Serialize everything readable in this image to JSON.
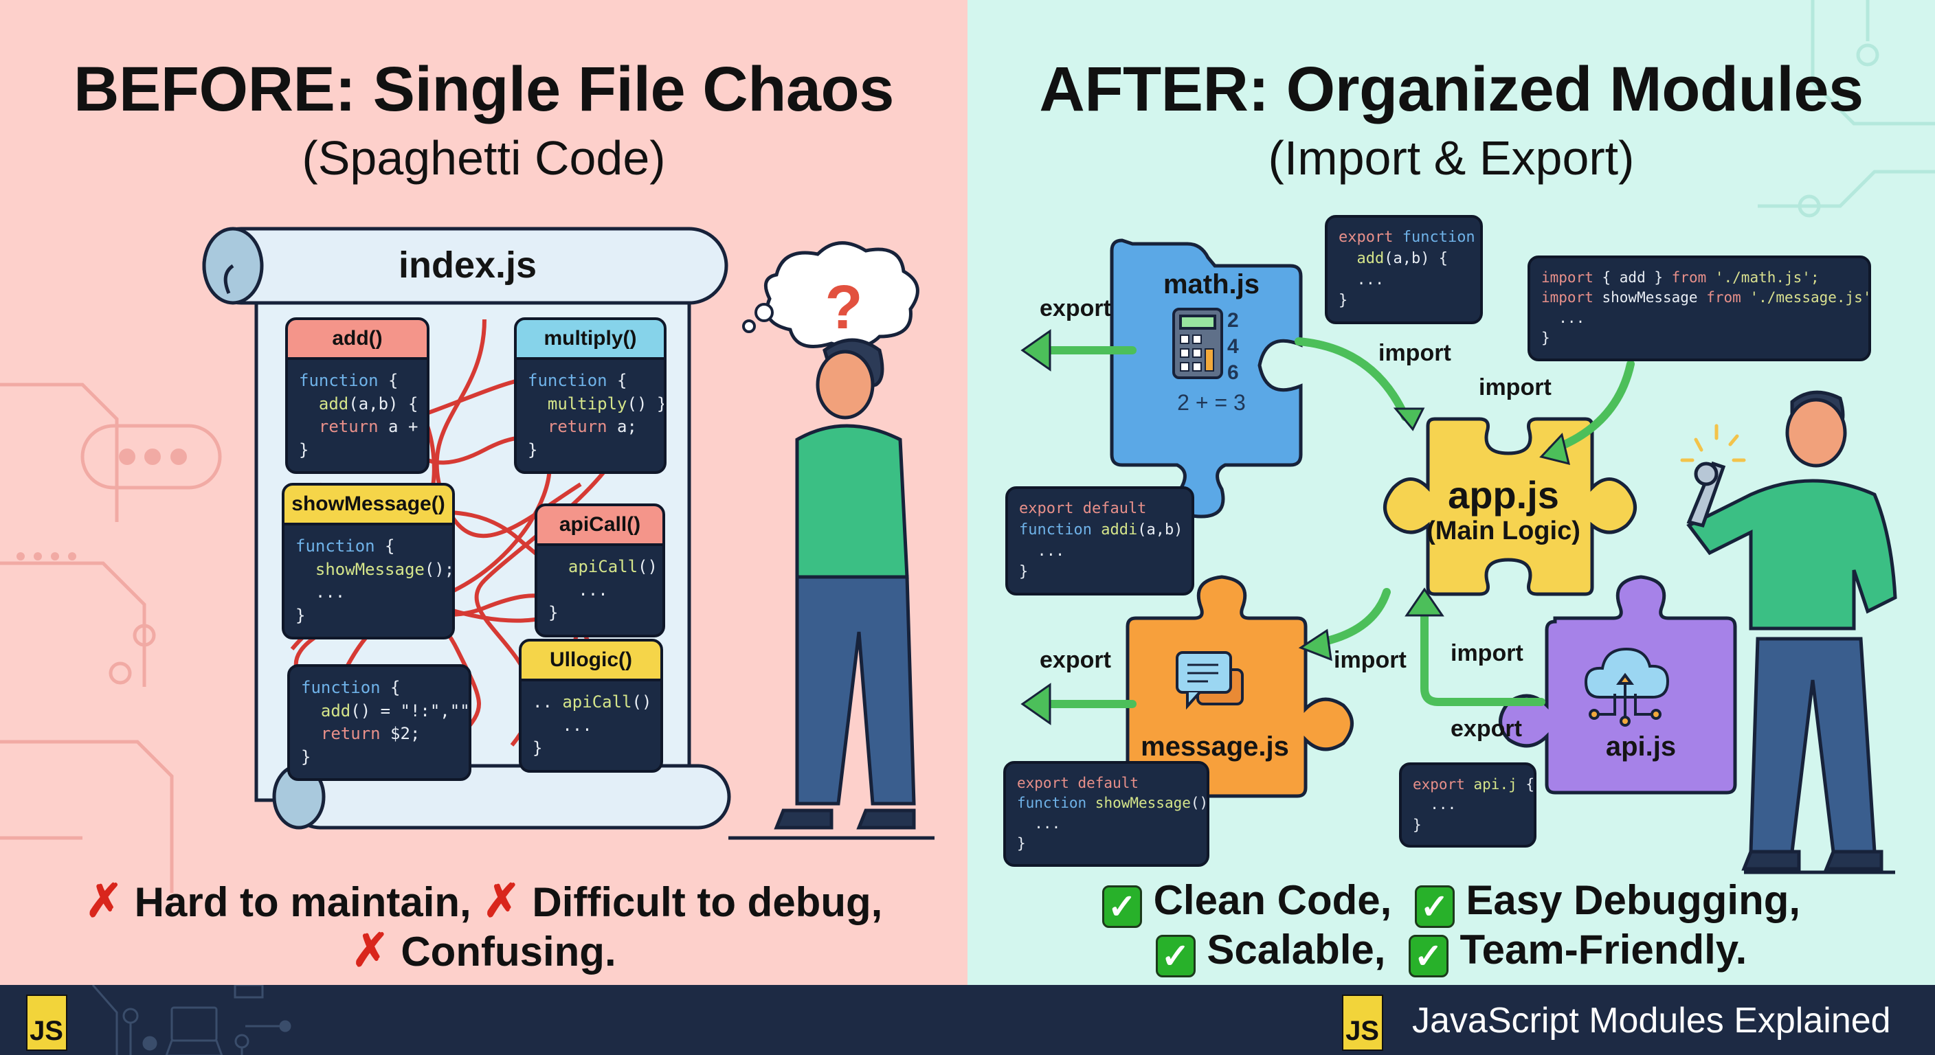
{
  "left": {
    "title": "BEFORE: Single File Chaos",
    "subtitle": "(Spaghetti Code)",
    "file_name": "index.js",
    "blocks": [
      {
        "header": "add()",
        "header_color": "#f4958a",
        "lines": [
          [
            {
              "t": "function",
              "c": "kw"
            },
            {
              "t": " {",
              "c": ""
            }
          ],
          [
            {
              "t": "  add",
              "c": "fn"
            },
            {
              "t": "(a,b) {",
              "c": ""
            }
          ],
          [
            {
              "t": "  return",
              "c": "rt"
            },
            {
              "t": " a + b",
              "c": ""
            }
          ],
          [
            {
              "t": "}",
              "c": ""
            }
          ]
        ]
      },
      {
        "header": "multiply()",
        "header_color": "#86d3ea",
        "lines": [
          [
            {
              "t": "function",
              "c": "kw"
            },
            {
              "t": " {",
              "c": ""
            }
          ],
          [
            {
              "t": "  multiply",
              "c": "fn"
            },
            {
              "t": "() };",
              "c": ""
            }
          ],
          [
            {
              "t": "  return",
              "c": "rt"
            },
            {
              "t": " a;",
              "c": ""
            }
          ],
          [
            {
              "t": "}",
              "c": ""
            }
          ]
        ]
      },
      {
        "header": "showMessage()",
        "header_color": "#f5d549",
        "lines": [
          [
            {
              "t": "function",
              "c": "kw"
            },
            {
              "t": " {",
              "c": ""
            }
          ],
          [
            {
              "t": "  showMessage",
              "c": "fn"
            },
            {
              "t": "();",
              "c": ""
            }
          ],
          [
            {
              "t": "  ...",
              "c": ""
            }
          ],
          [
            {
              "t": "}",
              "c": ""
            }
          ]
        ]
      },
      {
        "header": "apiCall()",
        "header_color": "#f4958a",
        "lines": [
          [
            {
              "t": "  apiCall",
              "c": "fn"
            },
            {
              "t": "() {",
              "c": ""
            }
          ],
          [
            {
              "t": "   ...",
              "c": ""
            }
          ],
          [
            {
              "t": "}",
              "c": ""
            }
          ]
        ]
      },
      {
        "header": "",
        "header_color": "",
        "lines": [
          [
            {
              "t": "function",
              "c": "kw"
            },
            {
              "t": " {",
              "c": ""
            }
          ],
          [
            {
              "t": "  add",
              "c": "fn"
            },
            {
              "t": "() = \"!:\",\"\");",
              "c": ""
            }
          ],
          [
            {
              "t": "  return",
              "c": "rt"
            },
            {
              "t": " $2;",
              "c": ""
            }
          ],
          [
            {
              "t": "}",
              "c": ""
            }
          ]
        ]
      },
      {
        "header": "Ullogic()",
        "header_color": "#f5d549",
        "lines": [
          [
            {
              "t": ".. ",
              "c": ""
            },
            {
              "t": "apiCall",
              "c": "fn"
            },
            {
              "t": "() {",
              "c": ""
            }
          ],
          [
            {
              "t": "   ...",
              "c": ""
            }
          ],
          [
            {
              "t": "}",
              "c": ""
            }
          ]
        ]
      }
    ],
    "thought_symbol": "?",
    "problems": [
      "Hard to maintain,",
      "Difficult to debug,",
      "Confusing."
    ]
  },
  "right": {
    "title": "AFTER: Organized Modules",
    "subtitle": "(Import & Export)",
    "pieces": {
      "math": {
        "label": "math.js",
        "numbers": [
          "2",
          "4",
          "6"
        ],
        "equation": "2 + = 3",
        "color": "#5ba8e6"
      },
      "app": {
        "label": "app.js",
        "sublabel": "(Main Logic)",
        "color": "#f6d350"
      },
      "message": {
        "label": "message.js",
        "color": "#f7a03c"
      },
      "api": {
        "label": "api.js",
        "color": "#a682e8"
      }
    },
    "arrow_labels": {
      "math_export": "export",
      "math_import": "import",
      "code_import": "import",
      "message_export": "export",
      "message_import": "import",
      "api_import": "import",
      "api_export": "export"
    },
    "snippets": {
      "math": [
        [
          {
            "t": "export ",
            "c": "rt"
          },
          {
            "t": "function",
            "c": "kw"
          }
        ],
        [
          {
            "t": "  add",
            "c": "fn"
          },
          {
            "t": "(a,b) {",
            "c": ""
          }
        ],
        [
          {
            "t": "  ...",
            "c": ""
          }
        ],
        [
          {
            "t": "}",
            "c": ""
          }
        ]
      ],
      "app": [
        [
          {
            "t": "import",
            "c": "rt"
          },
          {
            "t": " { add } ",
            "c": ""
          },
          {
            "t": "from",
            "c": "rt"
          },
          {
            "t": " './math.js';",
            "c": "str"
          }
        ],
        [
          {
            "t": "import",
            "c": "rt"
          },
          {
            "t": " showMessage ",
            "c": ""
          },
          {
            "t": "from",
            "c": "rt"
          },
          {
            "t": " './message.js'",
            "c": "str"
          }
        ],
        [
          {
            "t": "  ...",
            "c": ""
          }
        ],
        [
          {
            "t": "}",
            "c": ""
          }
        ]
      ],
      "addi": [
        [
          {
            "t": "export default",
            "c": "rt"
          }
        ],
        [
          {
            "t": "function",
            "c": "kw"
          },
          {
            "t": " addi",
            "c": "fn"
          },
          {
            "t": "(a,b) {",
            "c": ""
          }
        ],
        [
          {
            "t": "  ...",
            "c": ""
          }
        ],
        [
          {
            "t": "}",
            "c": ""
          }
        ]
      ],
      "message": [
        [
          {
            "t": "export default",
            "c": "rt"
          }
        ],
        [
          {
            "t": "function",
            "c": "kw"
          },
          {
            "t": " showMessage",
            "c": "fn"
          },
          {
            "t": "() {",
            "c": ""
          }
        ],
        [
          {
            "t": "  ...",
            "c": ""
          }
        ],
        [
          {
            "t": "}",
            "c": ""
          }
        ]
      ],
      "api": [
        [
          {
            "t": "export ",
            "c": "rt"
          },
          {
            "t": "api.j",
            "c": "fn"
          },
          {
            "t": " {",
            "c": ""
          }
        ],
        [
          {
            "t": "  ...",
            "c": ""
          }
        ],
        [
          {
            "t": "}",
            "c": ""
          }
        ]
      ]
    },
    "benefits_line1": [
      "Clean Code,",
      "Easy Debugging,"
    ],
    "benefits_line2": [
      "Scalable,",
      "Team-Friendly."
    ]
  },
  "footer": {
    "logo_text": "JS",
    "title": "JavaScript Modules Explained"
  },
  "colors": {
    "left_bg": "#fdd0cb",
    "right_bg": "#d3f6ee",
    "footer_bg": "#1d2a44",
    "arrow_green": "#4cbf5a",
    "spaghetti_red": "#d63a34"
  }
}
